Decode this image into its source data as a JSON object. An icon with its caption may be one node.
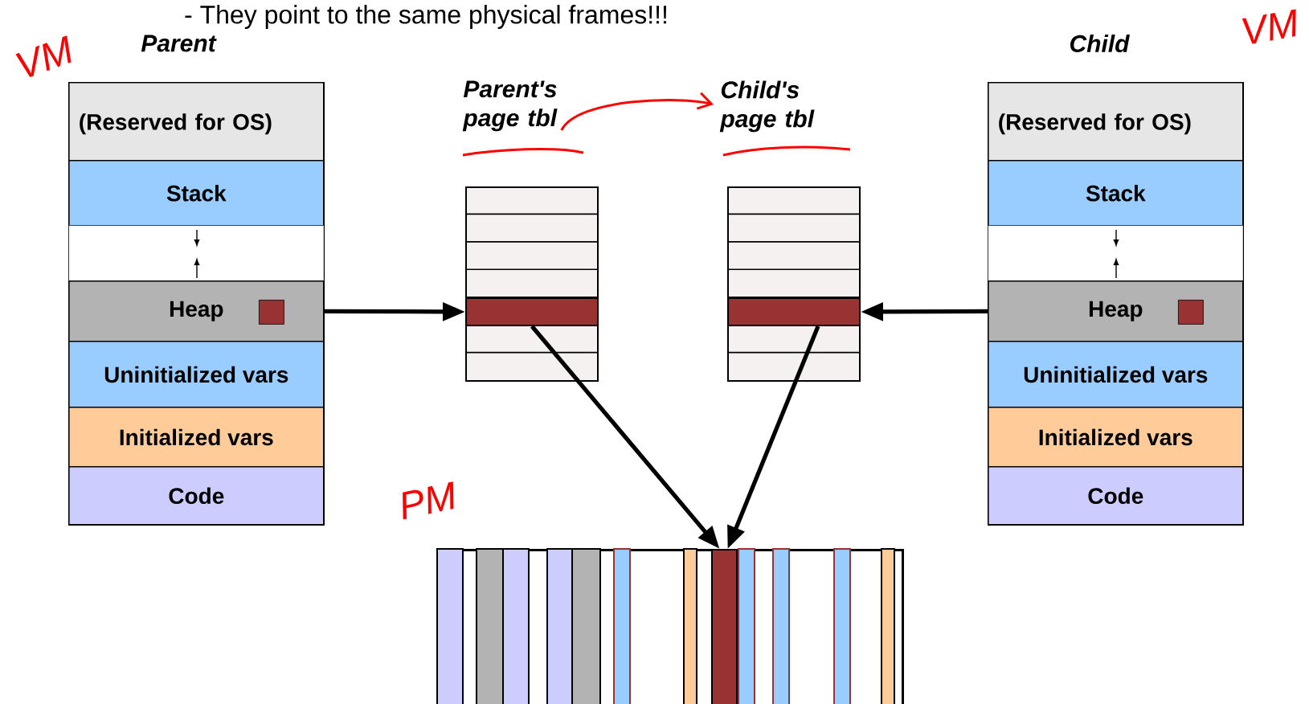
{
  "diagram": {
    "nodes": [
      {
        "text": [
          "Parent"
        ]
      },
      {
        "text": [
          "(Reserved for OS)"
        ],
        "in": 0
      },
      {
        "text": [
          "Stack"
        ],
        "in": 0
      },
      {
        "text": [],
        "shape": "box",
        "in": 0
      },
      {
        "text": [
          "Heap"
        ],
        "in": 0
      },
      {
        "text": [],
        "shape": "box",
        "in": 4
      },
      {
        "text": [
          "Uninitialized vars"
        ],
        "in": 0
      },
      {
        "text": [
          "Initialized vars"
        ],
        "in": 0
      },
      {
        "text": [
          "Code"
        ],
        "in": 0
      },
      {
        "text": [
          "Parent's page tbl"
        ]
      },
      {
        "text": [],
        "shape": "box"
      },
      {
        "text": [],
        "shape": "box",
        "in": 10
      },
      {
        "text": [
          "Child's page tbl"
        ]
      },
      {
        "text": [],
        "shape": "box"
      },
      {
        "text": [],
        "shape": "box",
        "in": 13
      },
      {
        "text": [
          "Child"
        ]
      },
      {
        "text": [
          "(Reserved for OS)"
        ],
        "in": 15
      },
      {
        "text": [
          "Stack"
        ],
        "in": 15
      },
      {
        "text": [],
        "shape": "box",
        "in": 15
      },
      {
        "text": [
          "Heap"
        ],
        "in": 15
      },
      {
        "text": [],
        "shape": "box",
        "in": 19
      },
      {
        "text": [
          "Uninitialized vars"
        ],
        "in": 15
      },
      {
        "text": [
          "Initialized vars"
        ],
        "in": 15
      },
      {
        "text": [
          "Code"
        ],
        "in": 15
      },
      {
        "text": [],
        "shape": "box",
        "beside": [
          "PM"
        ]
      },
      {
        "text": [],
        "shape": "box",
        "in": 24
      }
    ],
    "edges": [
      {
        "from": 4,
        "to": 11,
        "arrow": "to"
      },
      {
        "from": 19,
        "to": 14,
        "arrow": "to"
      },
      {
        "from": 11,
        "to": 25,
        "arrow": "to"
      },
      {
        "from": 14,
        "to": 25,
        "arrow": "to"
      },
      {
        "from": 9,
        "to": 12,
        "arrow": "to",
        "color": "#ff0000"
      }
    ],
    "labels": [
      "- They point to the same physical frames!!!",
      "VM",
      "VM"
    ]
  }
}
